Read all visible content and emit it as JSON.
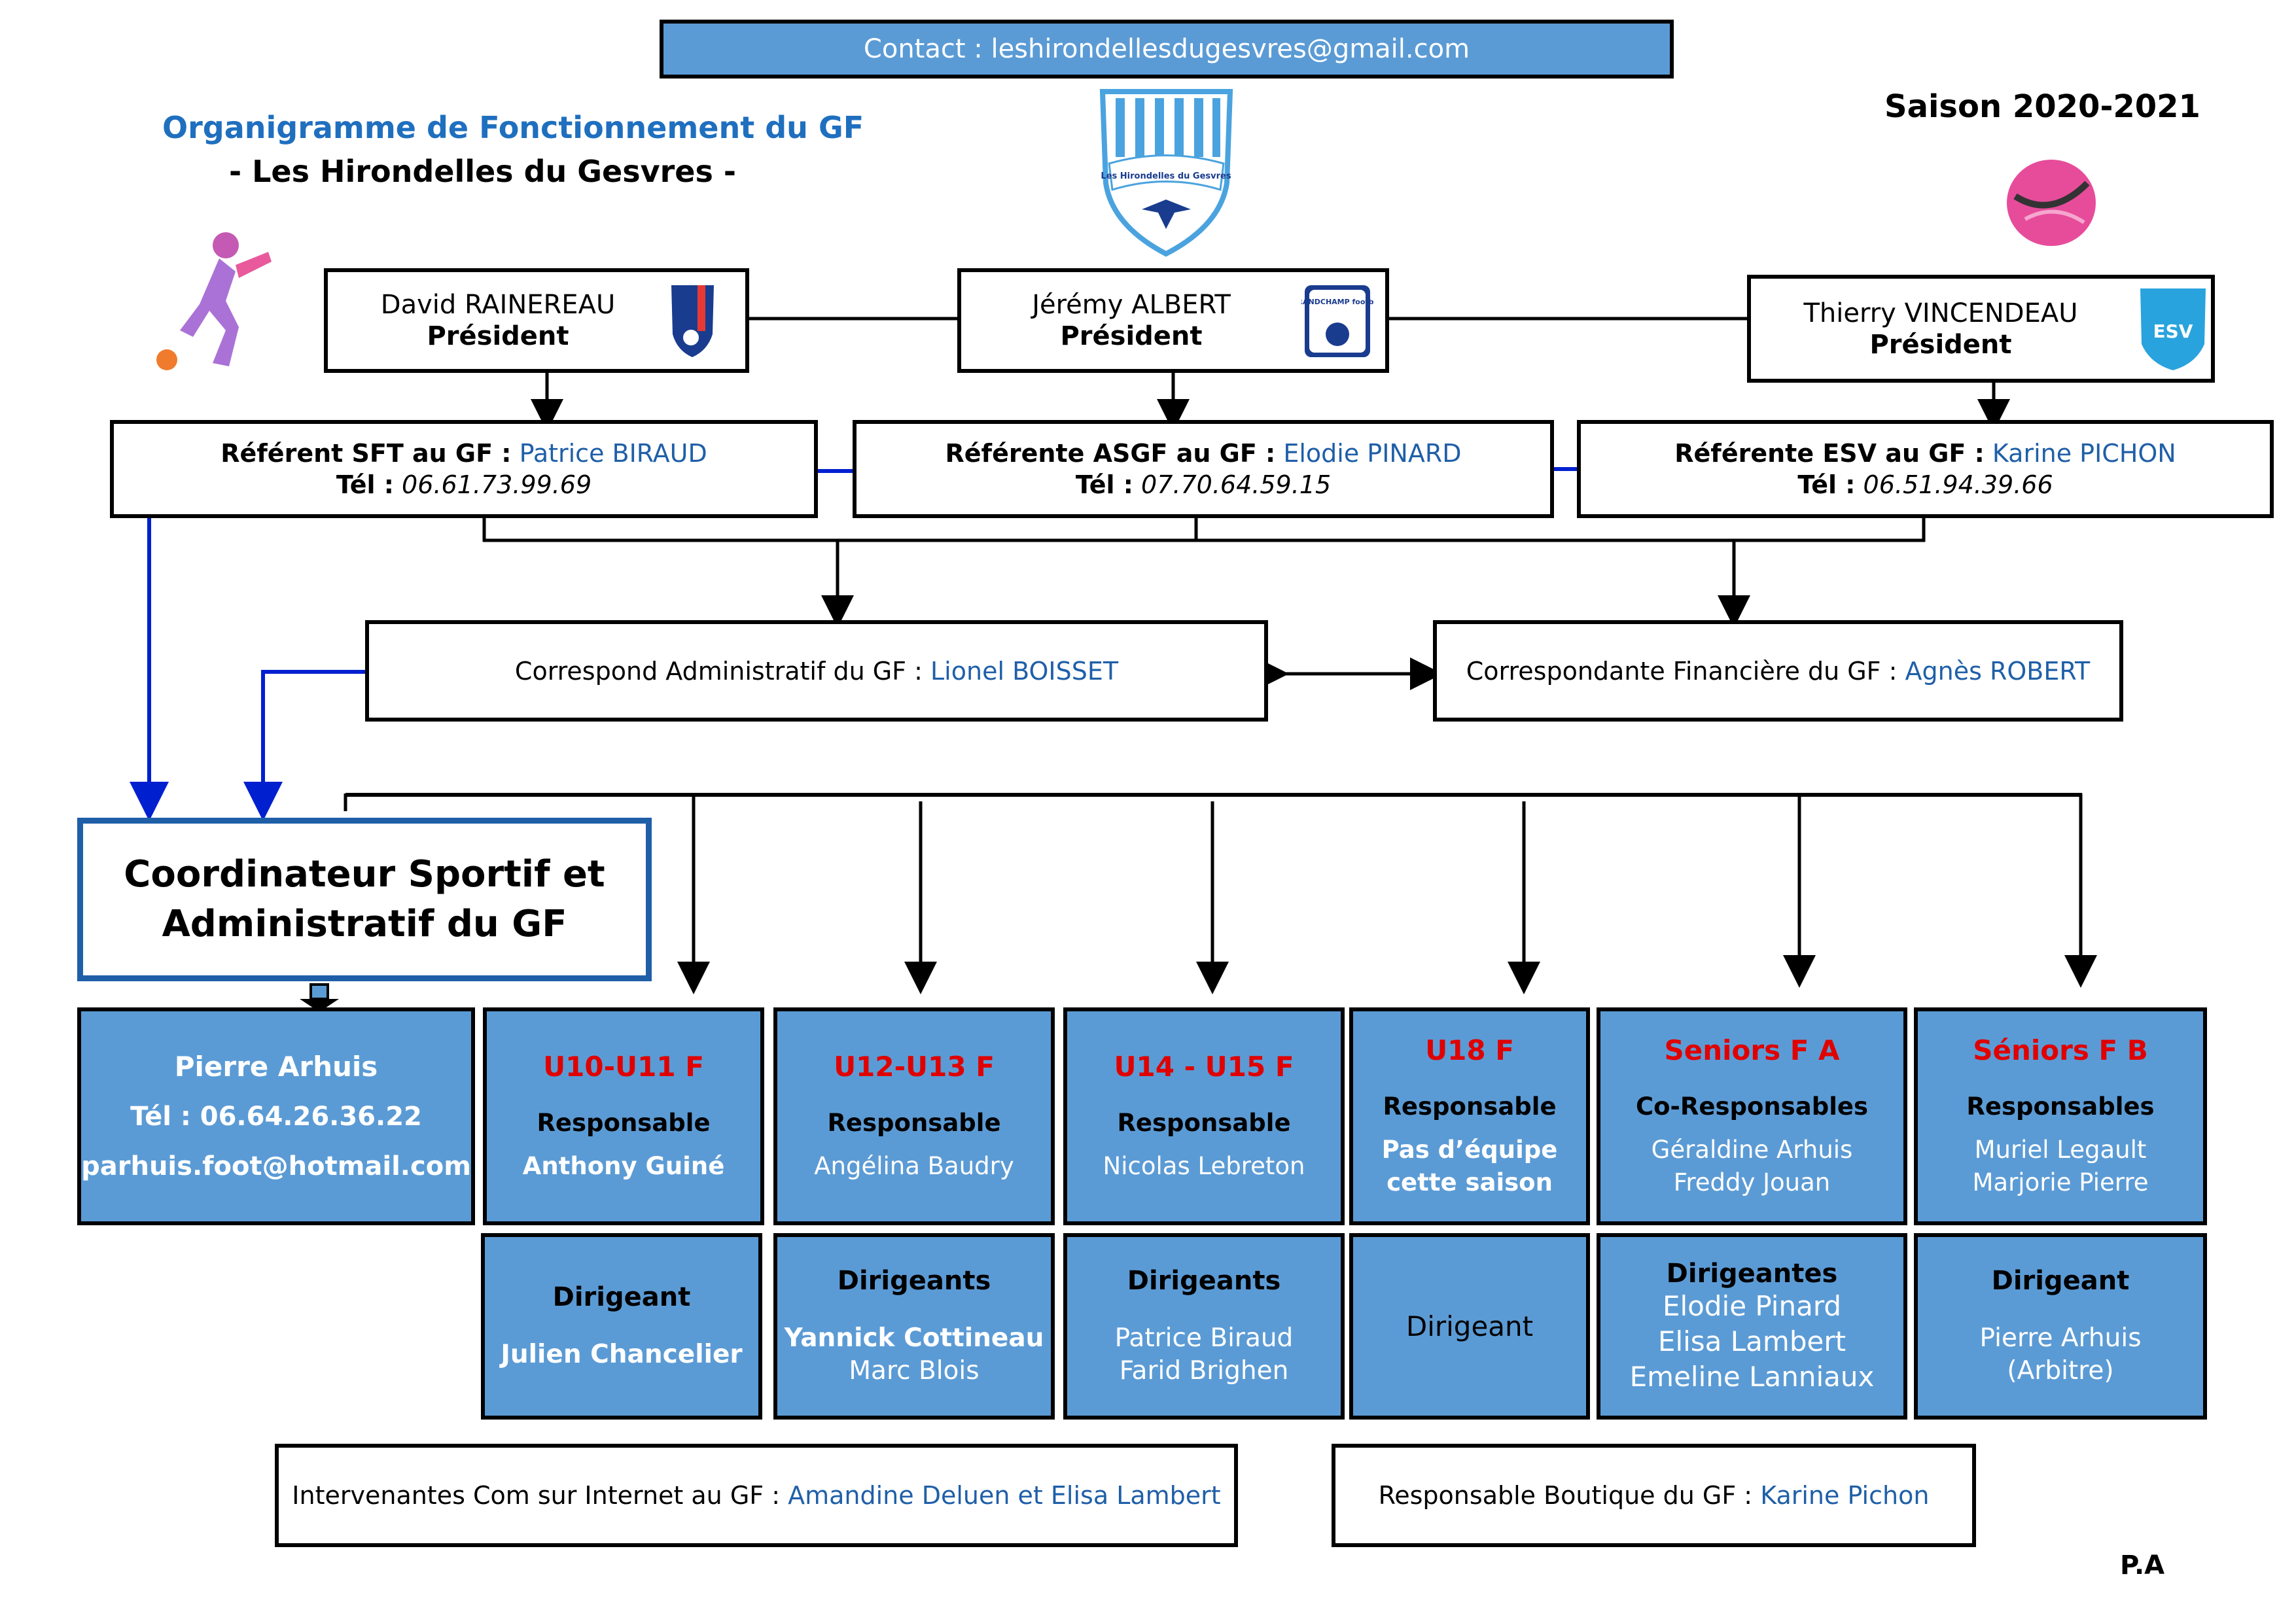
{
  "contact": "Contact : leshirondellesdugesvres@gmail.com",
  "title_line1": "Organigramme de Fonctionnement du GF",
  "title_line2": "- Les Hirondelles du Gesvres -",
  "season": "Saison 2020-2021",
  "logo_text": "Les Hirondelles du Gesvres",
  "presidents": [
    {
      "name": "David RAINEREAU",
      "role": "Président"
    },
    {
      "name": "Jérémy ALBERT",
      "role": "Président",
      "logo_text": "GRANDCHAMP football"
    },
    {
      "name": "Thierry VINCENDEAU",
      "role": "Président",
      "logo_text": "ESV"
    }
  ],
  "referents": [
    {
      "label": "Référent SFT au GF :",
      "name": "Patrice BIRAUD",
      "tel_label": "Tél :",
      "tel": "06.61.73.99.69"
    },
    {
      "label": "Référente ASGF au GF :",
      "name": "Elodie PINARD",
      "tel_label": "Tél :",
      "tel": "07.70.64.59.15"
    },
    {
      "label": "Référente ESV au GF :",
      "name": "Karine PICHON",
      "tel_label": "Tél :",
      "tel": "06.51.94.39.66"
    }
  ],
  "correspondants": [
    {
      "label": "Correspond Administratif du GF :",
      "name": "Lionel BOISSET"
    },
    {
      "label": "Correspondante Financière du GF :",
      "name": "Agnès ROBERT"
    }
  ],
  "coordinator": {
    "title_line1": "Coordinateur Sportif et",
    "title_line2": "Administratif du GF",
    "name": "Pierre Arhuis",
    "tel": "Tél : 06.64.26.36.22",
    "email": "parhuis.foot@hotmail.com"
  },
  "teams": [
    {
      "category": "U10-U11 F",
      "role": "Responsable",
      "names": [
        "Anthony Guiné"
      ],
      "dir_label": "Dirigeant",
      "dir_names": [
        "Julien Chancelier"
      ]
    },
    {
      "category": "U12-U13 F",
      "role": "Responsable",
      "names": [
        "Angélina Baudry"
      ],
      "dir_label": "Dirigeants",
      "dir_names": [
        "Yannick Cottineau",
        "Marc Blois"
      ]
    },
    {
      "category": "U14 - U15 F",
      "role": "Responsable",
      "names": [
        "Nicolas Lebreton"
      ],
      "dir_label": "Dirigeants",
      "dir_names": [
        "Patrice Biraud",
        "Farid Brighen"
      ]
    },
    {
      "category": "U18 F",
      "role": "Responsable",
      "names": [
        "Pas d’équipe",
        "cette saison"
      ],
      "dir_label": "",
      "dir_names": [
        "Dirigeant"
      ]
    },
    {
      "category": "Seniors F A",
      "role": "Co-Responsables",
      "names": [
        "Géraldine Arhuis",
        "Freddy Jouan"
      ],
      "dir_label": "Dirigeantes",
      "dir_names": [
        "Elodie Pinard",
        "Elisa Lambert",
        "Emeline Lanniaux"
      ]
    },
    {
      "category": "Séniors F B",
      "role": "Responsables",
      "names": [
        "Muriel Legault",
        "Marjorie Pierre"
      ],
      "dir_label": "Dirigeant",
      "dir_names": [
        "Pierre Arhuis",
        "(Arbitre)"
      ]
    }
  ],
  "footer": [
    {
      "label": "Intervenantes Com sur Internet au GF :",
      "name": "Amandine Deluen et Elisa Lambert"
    },
    {
      "label": "Responsable Boutique du GF :",
      "name": "Karine Pichon"
    }
  ],
  "initials": "P.A",
  "colors": {
    "accent_blue": "#5b9bd5",
    "title_blue": "#1f6fbf",
    "name_blue": "#1f5fa8",
    "category_red": "#e00000",
    "connector_blue": "#0020d0"
  }
}
